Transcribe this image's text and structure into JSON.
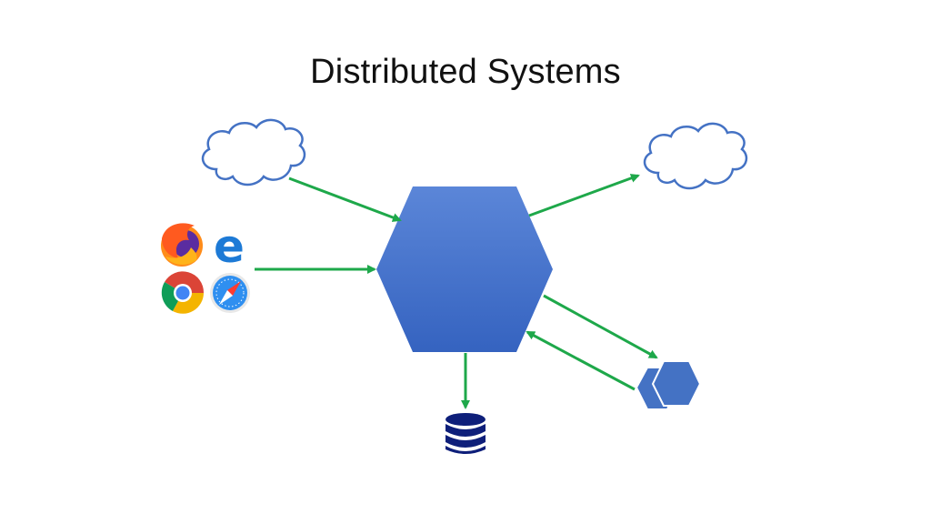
{
  "slide": {
    "title": "Distributed Systems"
  },
  "diagram": {
    "nodes": [
      {
        "id": "service",
        "kind": "hexagon",
        "color": "#4a74cc"
      },
      {
        "id": "cloud-left",
        "kind": "cloud-icon",
        "color": "#4472c4"
      },
      {
        "id": "cloud-right",
        "kind": "cloud-icon",
        "color": "#4472c4"
      },
      {
        "id": "browsers",
        "kind": "browser-icons",
        "icons": [
          "firefox-icon",
          "edge-icon",
          "chrome-icon",
          "safari-icon"
        ]
      },
      {
        "id": "database",
        "kind": "database-icon",
        "color": "#0e1f7a"
      },
      {
        "id": "microservices",
        "kind": "hexagon-pair",
        "color": "#4472c4"
      }
    ],
    "edges": [
      {
        "from": "cloud-left",
        "to": "service"
      },
      {
        "from": "browsers",
        "to": "service"
      },
      {
        "from": "service",
        "to": "cloud-right"
      },
      {
        "from": "service",
        "to": "microservices"
      },
      {
        "from": "microservices",
        "to": "service"
      },
      {
        "from": "service",
        "to": "database"
      }
    ],
    "arrow_color": "#1ea84a"
  }
}
